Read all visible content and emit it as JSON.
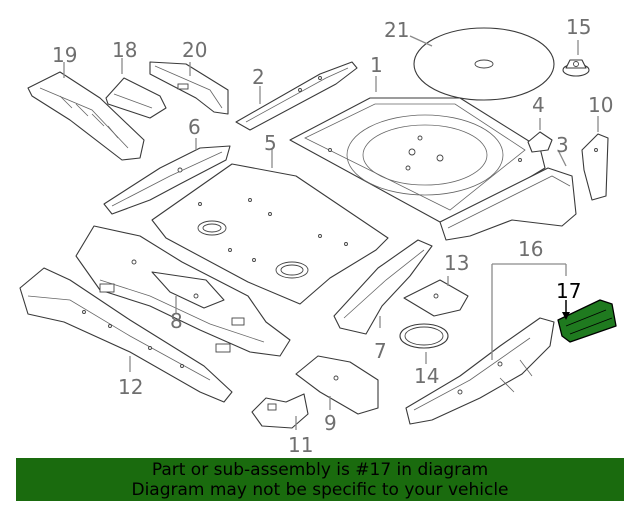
{
  "diagram": {
    "callouts": [
      "1",
      "2",
      "3",
      "4",
      "5",
      "6",
      "7",
      "8",
      "9",
      "10",
      "11",
      "12",
      "13",
      "14",
      "15",
      "16",
      "17",
      "18",
      "19",
      "20",
      "21"
    ],
    "highlighted_part": "17",
    "highlight_color": "#1f7a1f"
  },
  "footer": {
    "line1": "Part or sub-assembly is #17 in diagram",
    "line2": "Diagram may not be specific to your vehicle",
    "background": "#1a6b0e"
  }
}
